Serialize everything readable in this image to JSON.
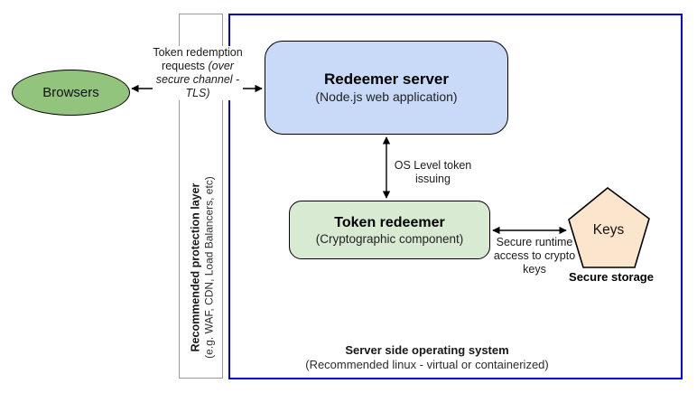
{
  "diagram": {
    "browsers": {
      "label": "Browsers",
      "fill": "#93c47d"
    },
    "protection_layer": {
      "title": "Recommended protection layer",
      "subtitle": "(e.g. WAF, CDN, Load Balancers, etc)",
      "border_color": "#999999"
    },
    "redeemer_server": {
      "title": "Redeemer server",
      "subtitle": "(Node.js web application)",
      "fill": "#c9daf8"
    },
    "token_redeemer": {
      "title": "Token redeemer",
      "subtitle": "(Cryptographic component)",
      "fill": "#d9ead3"
    },
    "keys": {
      "label": "Keys",
      "caption": "Secure storage",
      "fill": "#fce5cd"
    },
    "os_boundary": {
      "title": "Server side operating system",
      "subtitle": "(Recommended linux - virtual or containerized)",
      "border_color": "#0101ee"
    },
    "arrows": {
      "browsers_to_server": {
        "label_normal": "Token redemption requests ",
        "label_italic": "(over secure channel - TLS)"
      },
      "server_to_redeemer": {
        "label": "OS Level token issuing"
      },
      "redeemer_to_keys": {
        "label": "Secure runtime access to crypto keys"
      }
    }
  }
}
